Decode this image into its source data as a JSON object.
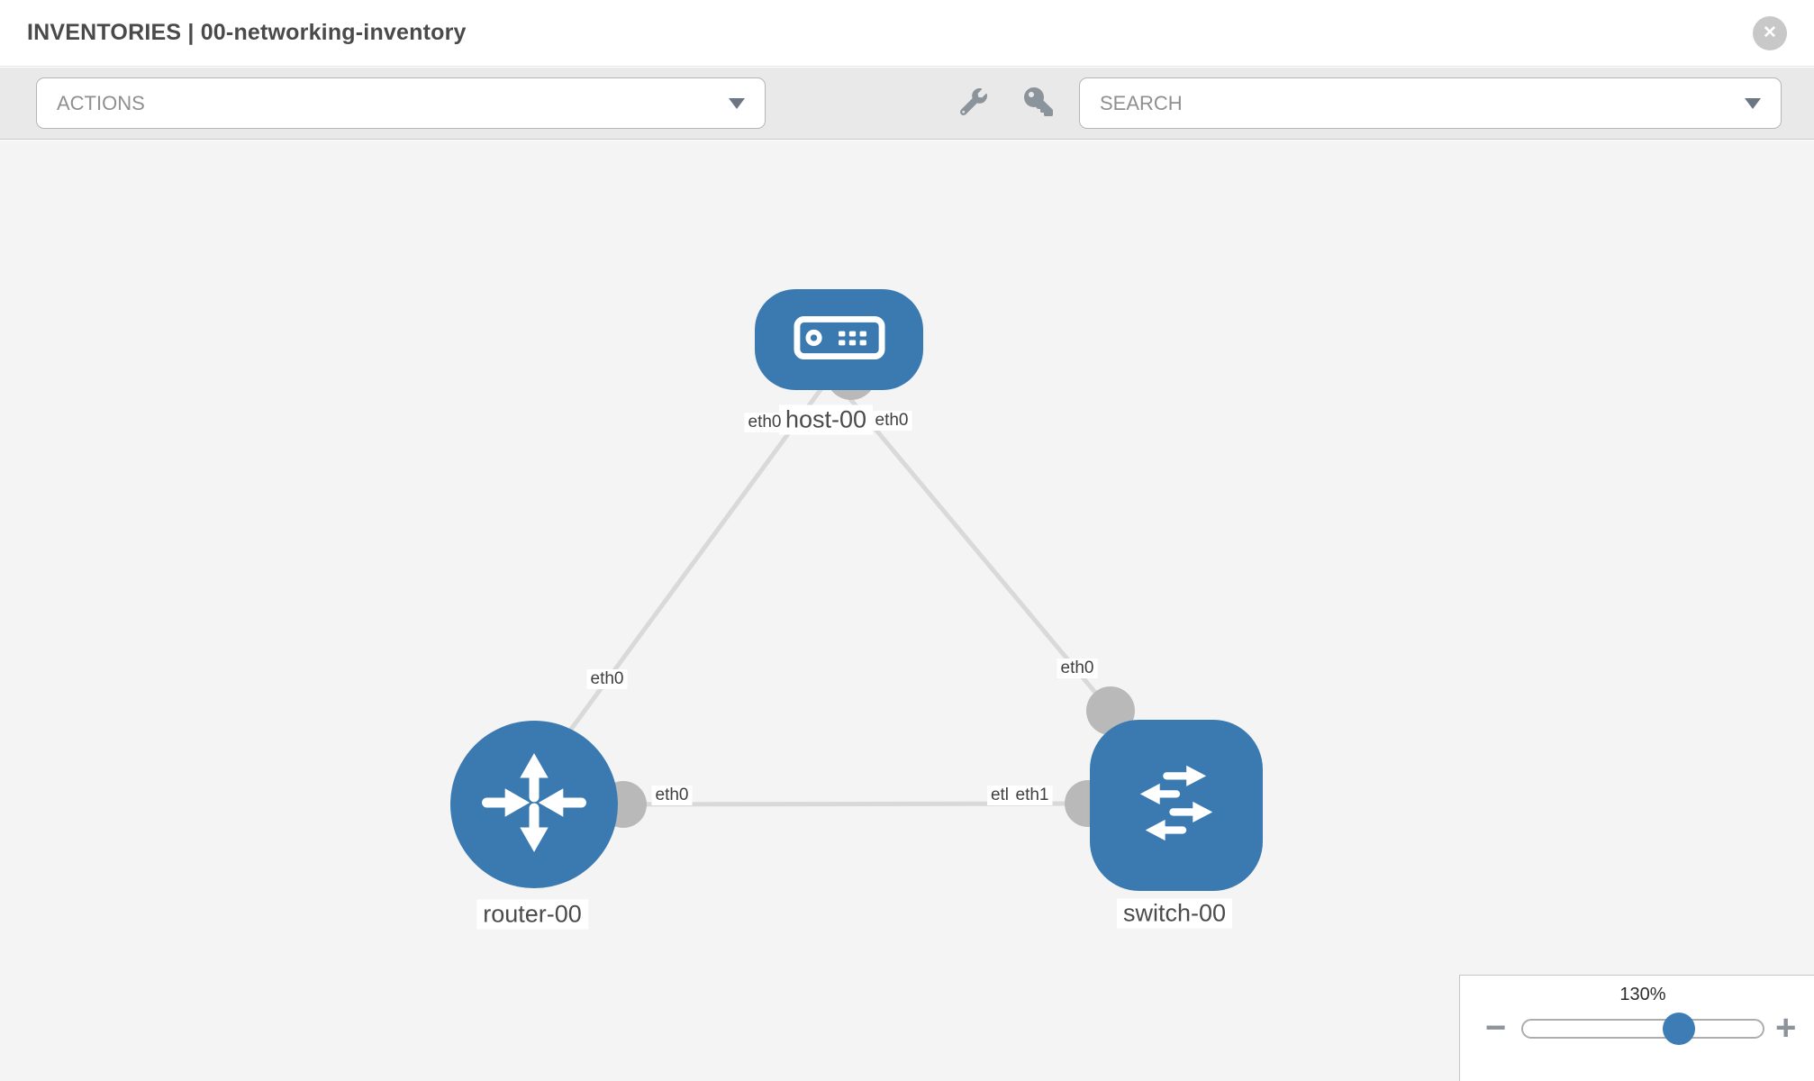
{
  "header": {
    "title": "INVENTORIES | 00-networking-inventory",
    "close_glyph": "✕"
  },
  "toolbar": {
    "actions_placeholder": "ACTIONS",
    "search_placeholder": "SEARCH",
    "icons": [
      "wrench-icon",
      "key-icon"
    ]
  },
  "topology": {
    "nodes": [
      {
        "id": "host-00",
        "type": "host",
        "label": "host-00",
        "icon": "server-icon"
      },
      {
        "id": "router-00",
        "type": "router",
        "label": "router-00",
        "icon": "router-arrows-icon"
      },
      {
        "id": "switch-00",
        "type": "switch",
        "label": "switch-00",
        "icon": "switch-arrows-icon"
      }
    ],
    "links": [
      {
        "from": "host-00",
        "from_if": "eth0",
        "to": "router-00",
        "to_if": "eth0"
      },
      {
        "from": "host-00",
        "from_if": "eth0",
        "to": "switch-00",
        "to_if": "eth0"
      },
      {
        "from": "router-00",
        "from_if": "eth0",
        "to": "switch-00",
        "to_if": "eth1"
      }
    ],
    "interface_labels": {
      "host_to_router_host_end": "eth0",
      "host_to_switch_host_end": "eth0",
      "host_to_router_router_end": "eth0",
      "host_to_switch_switch_end": "eth0",
      "router_to_switch_router_end": "eth0",
      "router_to_switch_switch_end": "eth1",
      "router_to_switch_occluded_fragment": "etl"
    },
    "colors": {
      "node_blue": "#3b7ab1",
      "connector_gray": "#b9b9b9",
      "link_gray": "#d9d9d9",
      "canvas_bg": "#f4f4f5"
    }
  },
  "zoom_control": {
    "level": "130%",
    "minus_glyph": "−",
    "plus_glyph": "+",
    "thumb_percent": 66
  }
}
